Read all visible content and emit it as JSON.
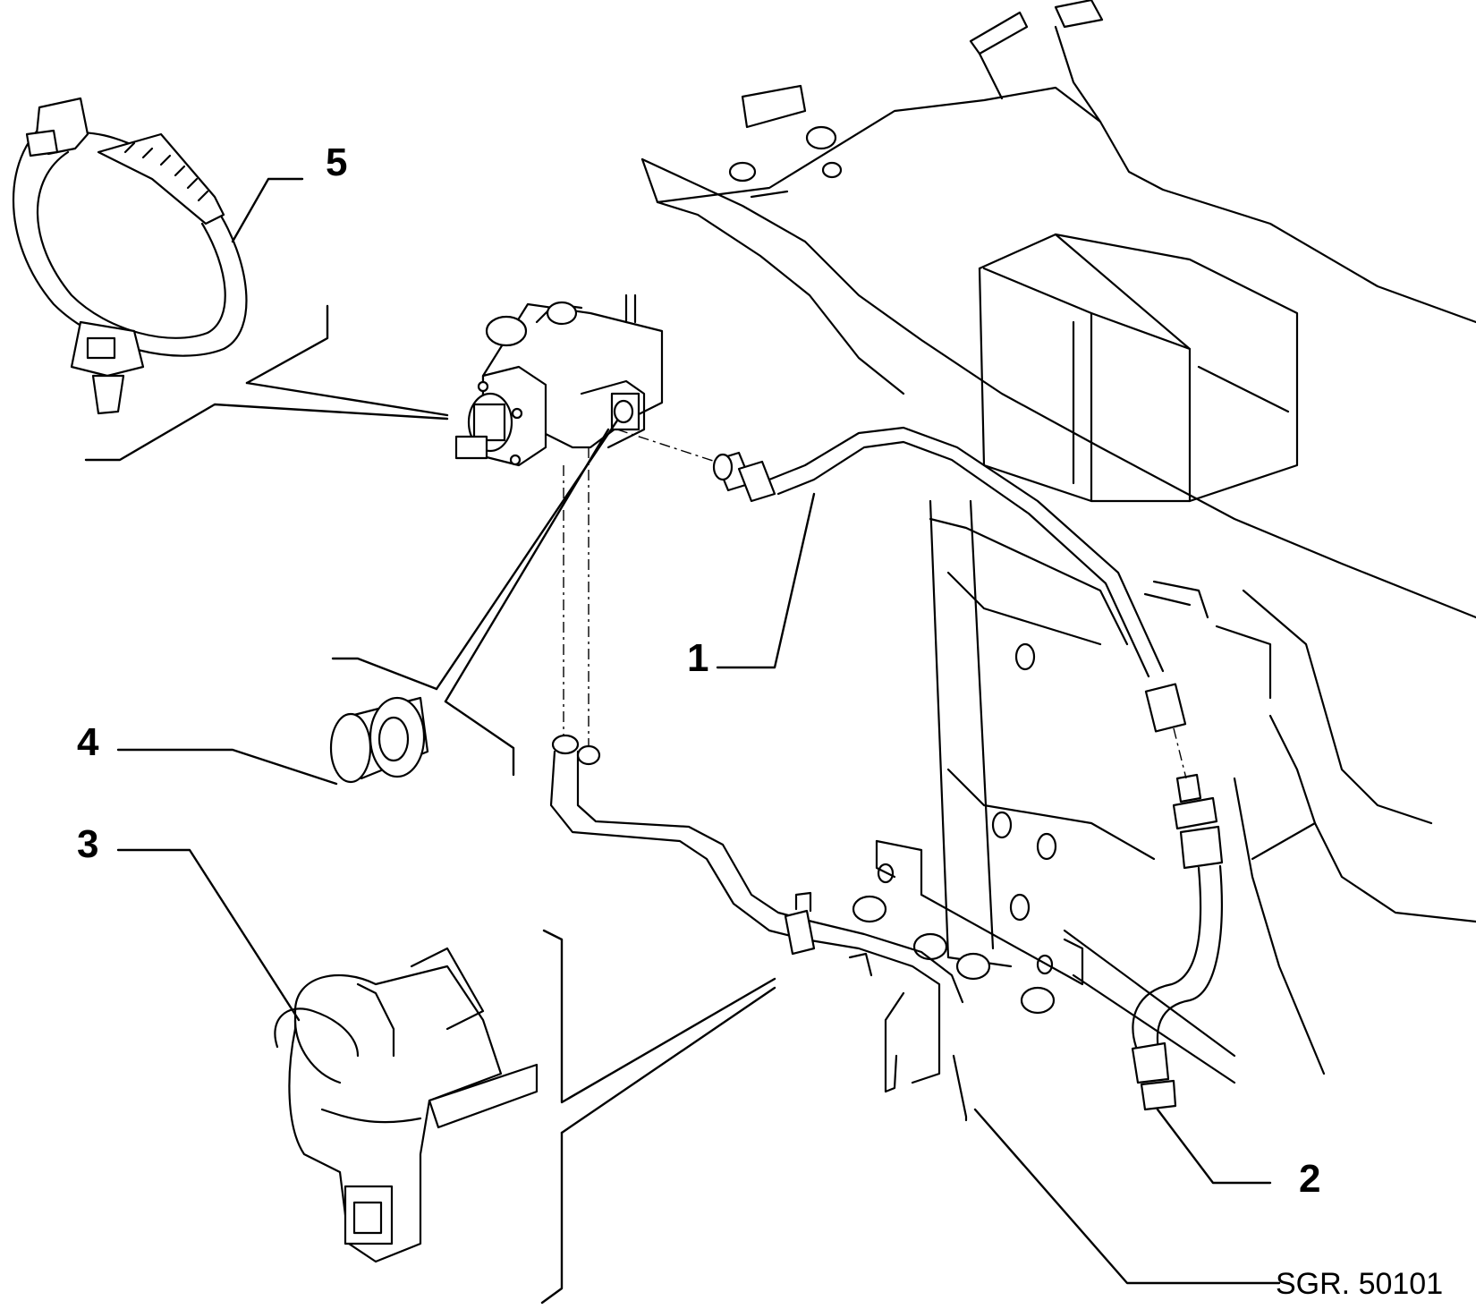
{
  "callouts": {
    "c1": "1",
    "c2": "2",
    "c3": "3",
    "c4": "4",
    "c5": "5"
  },
  "reference": "SGR. 50101"
}
